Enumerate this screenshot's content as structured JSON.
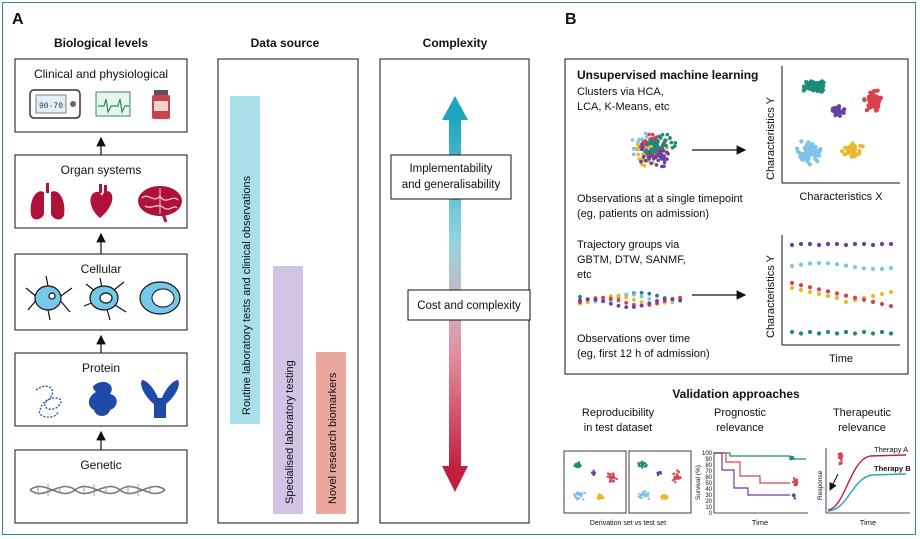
{
  "panel_a": {
    "label": "A",
    "col_bio": "Biological levels",
    "col_data": "Data source",
    "col_complexity": "Complexity",
    "levels": [
      "Clinical and physiological",
      "Organ systems",
      "Cellular",
      "Protein",
      "Genetic"
    ],
    "bars": [
      "Routine laboratory tests and clinical observations",
      "Specialised laboratory testing",
      "Novel research biomarkers"
    ],
    "implement_1": "Implementability",
    "implement_2": "and generalisability",
    "cost": "Cost and complexity",
    "colors": {
      "bar_routine": "#a8dfe9",
      "bar_special": "#d2c4e3",
      "bar_novel": "#e9a79e",
      "arrow_up": "#1ea6c1",
      "arrow_down": "#c31d3f",
      "organ": "#b0113a",
      "protein": "#1f4aa8",
      "cell": "#76c7e8"
    }
  },
  "panel_b": {
    "label": "B",
    "uml_title": "Unsupervised machine learning",
    "clusters_1": "Clusters via HCA,",
    "clusters_2": "LCA, K-Means, etc",
    "obs_single_1": "Observations at a single timepoint",
    "obs_single_2": "(eg, patients on admission)",
    "traj_1": "Trajectory groups via",
    "traj_2": "GBTM, DTW, SANMF,",
    "traj_3": "etc",
    "obs_time_1": "Observations over time",
    "obs_time_2": "(eg, first 12 h of admission)",
    "char_y": "Characteristics Y",
    "char_x": "Characteristics X",
    "time": "Time",
    "validation_title": "Validation approaches",
    "repro_1": "Reproducibility",
    "repro_2": "in test dataset",
    "progn_1": "Prognostic",
    "progn_2": "relevance",
    "thera_1": "Therapeutic",
    "thera_2": "relevance",
    "deriv": "Derivation set vs test set",
    "survival": "Survival (%)",
    "surv_ticks": [
      "100",
      "90",
      "80",
      "70",
      "60",
      "50",
      "40",
      "30",
      "20",
      "10",
      "0"
    ],
    "response": "Response",
    "therapy_a": "Therapy A",
    "therapy_b": "Therapy B",
    "colors": {
      "teal": "#1e8a78",
      "purple": "#6b3fa0",
      "red": "#d9414f",
      "blue": "#7ec3e6",
      "yellow": "#e8b92a"
    }
  }
}
